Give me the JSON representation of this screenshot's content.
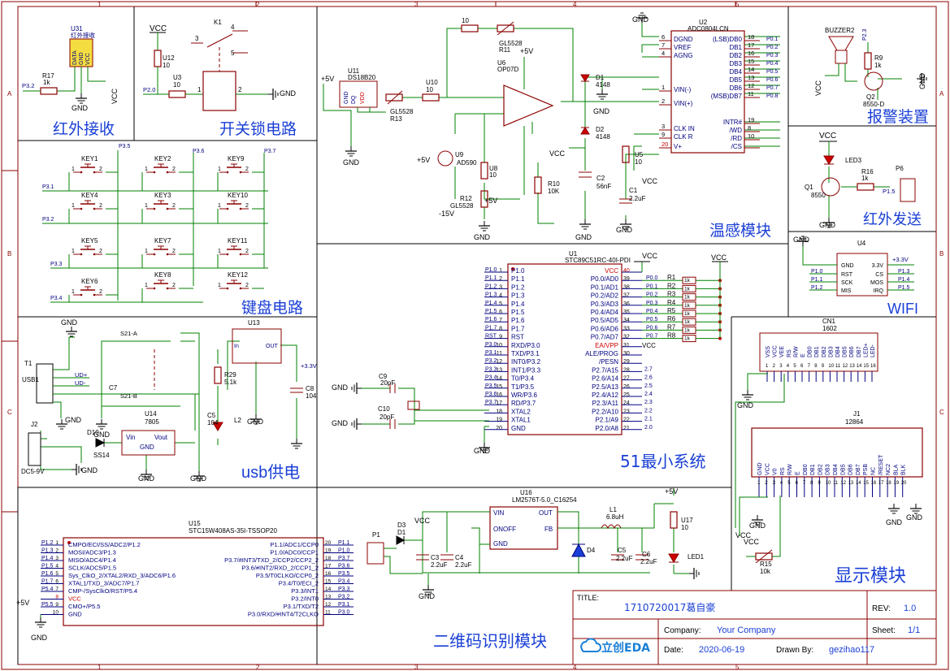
{
  "frame": {
    "cols": [
      "1",
      "2",
      "3",
      "4",
      "5"
    ],
    "rows": [
      "A",
      "B",
      "C"
    ]
  },
  "title_block": {
    "title_label": "TITLE:",
    "title": "1710720017葛自豪",
    "rev_label": "REV:",
    "rev": "1.0",
    "company_label": "Company:",
    "company": "Your Company",
    "sheet_label": "Sheet:",
    "sheet": "1/1",
    "date_label": "Date:",
    "date": "2020-06-19",
    "drawn_label": "Drawn By:",
    "drawn_by": "gezihao117",
    "logo_text": "立创EDA"
  },
  "modules": {
    "ir_receive": "红外接收",
    "switch_lock": "开关锁电路",
    "keyboard": "键盘电路",
    "usb_power": "usb供电",
    "temp": "温感模块",
    "alarm": "报警装置",
    "ir_send": "红外发送",
    "wifi": "WIFI",
    "mcu51": "51最小系统",
    "display": "显示模块",
    "qr": "二维码识别模块"
  },
  "ir_rx": {
    "ref": "U31",
    "name": "红外接收",
    "pins": [
      "DATA",
      "GND",
      "VCC"
    ],
    "r_ref": "R17",
    "r_val": "1k",
    "net": "P3.2",
    "gnd": "GND",
    "vcc": "VCC"
  },
  "lock": {
    "vcc": "VCC",
    "r_ref": "U12",
    "r_val": "10",
    "r2_ref": "U3",
    "r2_val": "10",
    "net": "P2.0",
    "relay": "K1",
    "gnd": "GND",
    "pins": [
      "1",
      "2",
      "3",
      "4",
      "5"
    ]
  },
  "keys": {
    "nets_top": [
      "P3.5",
      "P3.6",
      "P3.7"
    ],
    "nets_left": [
      "P3.1",
      "P3.2",
      "P3.3",
      "P3.4"
    ],
    "labels": [
      "KEY1",
      "KEY2",
      "KEY9",
      "KEY4",
      "KEY3",
      "KEY10",
      "KEY5",
      "KEY7",
      "KEY11",
      "KEY6",
      "KEY8",
      "KEY12"
    ]
  },
  "usb": {
    "t1": "T1",
    "usb": "USB1",
    "j2": "J2",
    "dc": "DC5-9V",
    "sw_a": "S21-A",
    "sw_b": "S21-B",
    "c7": "C7",
    "u14": "U14",
    "u14_val": "7805",
    "d10": "D10",
    "d10_val": "SS14",
    "u13": "U13",
    "r29": "R29",
    "r29_val": "5.1k",
    "c5": "C5",
    "c5_val": "104",
    "l2": "L2",
    "c8": "C8",
    "c8_val": "104",
    "v33": "+3.3V",
    "vin": "Vin",
    "vout": "Vout",
    "in": "In",
    "out": "OUT",
    "ud_p": "UD+",
    "ud_m": "UD-",
    "gnd": "GND"
  },
  "temp_mod": {
    "u11": "U11",
    "u11_val": "DS18B20",
    "u11_pins": [
      "GND",
      "DQ",
      "VDD"
    ],
    "r13": "R13",
    "r13_val": "GL5528",
    "u10": "U10",
    "u10_val": "10",
    "r10a": "10",
    "r11": "R11",
    "r11_val": "GL5528",
    "u6": "U6",
    "u6_val": "OP07D",
    "u9": "U9",
    "u9_val": "AD590",
    "u8": "U8",
    "u8_val": "10",
    "r12": "R12",
    "r12_val": "GL5528",
    "r10": "R10",
    "r10_val": "10K",
    "m15v": "-15V",
    "p5v": "+5V",
    "d1": "D1",
    "d1_val": "4148",
    "d2": "D2",
    "d2_val": "4148",
    "c2": "C2",
    "c2_val": "56nF",
    "c1": "C1",
    "c1_val": "2.2uF",
    "u5": "U5",
    "u5_val": "10",
    "u2": "U2",
    "u2_val": "ADC0804LCN",
    "adc_left": [
      "DGND",
      "VREF",
      "AGNG",
      "VIN(-)",
      "VIN(+)",
      "CLK IN",
      "CLK R",
      "V+"
    ],
    "adc_left_nums": [
      "6",
      "7",
      "4",
      "1",
      "2",
      "3",
      "9",
      "20"
    ],
    "adc_right": [
      "(LSB)DB0",
      "DB1",
      "DB2",
      "DB3",
      "DB4",
      "DB5",
      "DB6",
      "(MSB)DB7",
      "INTR#",
      "/WD",
      "/RD",
      "/CS"
    ],
    "adc_right_nums": [
      "18",
      "17",
      "16",
      "15",
      "14",
      "13",
      "12",
      "11",
      "19",
      "8",
      "10"
    ],
    "adc_nets": [
      "P0.1",
      "P0.2",
      "P0.3",
      "P0.4",
      "P0.5",
      "P0.6",
      "P0.7",
      "P0.8"
    ],
    "vcc": "VCC",
    "gnd": "GND"
  },
  "alarm_mod": {
    "buzzer": "BUZZER2",
    "r9": "R9",
    "r9_val": "1k",
    "net": "P2.3",
    "q2": "Q2",
    "q2_val": "8550-D",
    "vcc": "VCC",
    "gnd": "GND"
  },
  "irtx": {
    "vcc": "VCC",
    "led": "LED3",
    "q1": "Q1",
    "q1_val": "8550",
    "r16": "R16",
    "r16_val": "1k",
    "net": "P1.5",
    "p6": "P6",
    "gnd": "GND"
  },
  "wifi_mod": {
    "u4": "U4",
    "gnd": "GND",
    "v33": "+3.3V",
    "left": [
      "GND",
      "RST",
      "SCK",
      "MIS"
    ],
    "right": [
      "3.3V",
      "CS",
      "MOS",
      "IRQ"
    ],
    "nets_left": [
      "P1.0",
      "P1.1",
      "P1.2"
    ],
    "nets_right": [
      "P1.3",
      "P1.4",
      "P1.5"
    ]
  },
  "mcu": {
    "u1": "U1",
    "u1_val": "STC89C51RC-40I-PDI",
    "left": [
      "P1.0",
      "P1.1",
      "P1.2",
      "P1.3",
      "P1.4",
      "P1.5",
      "P1.6",
      "P1.7",
      "RST",
      "RXD/P3.0",
      "TXD/P3.1",
      "INT0/P3.2",
      "INT1/P3.3",
      "T0/P3.4",
      "T1/P3.5",
      "WR/P3.6",
      "RD/P3.7",
      "XTAL2",
      "XTAL1",
      "GND"
    ],
    "left_nets": [
      "P1.0",
      "P1.1",
      "P1.2",
      "P1.3",
      "P1.4",
      "P1.5",
      "P1.6",
      "P1.7",
      "RST",
      "P3.0",
      "P3.1",
      "P3.2",
      "P3.3",
      "P3.4",
      "P3.5",
      "P3.6",
      "P3.7"
    ],
    "right": [
      "VCC",
      "P0.0/AD0",
      "P0.1/AD1",
      "P0.2/AD2",
      "P0.3/AD3",
      "P0.4/AD4",
      "P0.5/AD5",
      "P0.6/AD6",
      "P0.7/AD7",
      "EA/VPP",
      "ALE/PROG",
      "/PESN",
      "P2.7/A15",
      "P2.6/A14",
      "P2.5/A13",
      "P2.4/A12",
      "P2.3/A11",
      "P2.2/A10",
      "P2.1/A9",
      "P2.0/A8"
    ],
    "right_nums": [
      "40",
      "39",
      "38",
      "37",
      "36",
      "35",
      "34",
      "33",
      "32",
      "31",
      "30",
      "29",
      "28",
      "27",
      "26",
      "25",
      "24",
      "23",
      "22",
      "21"
    ],
    "p0_nets": [
      "P0.0",
      "P0.1",
      "P0.2",
      "P0.3",
      "P0.4",
      "P0.5",
      "P0.6",
      "P0.7"
    ],
    "p2_nets": [
      "2.7",
      "2.6",
      "2.5",
      "2.4",
      "2.3",
      "2.2",
      "2.1",
      "2.0"
    ],
    "res": [
      "R1",
      "R2",
      "R3",
      "R4",
      "R5",
      "R6",
      "R7",
      "R8"
    ],
    "res_val": "1k",
    "c9": "C9",
    "c9_val": "20pF",
    "c10": "C10",
    "c10_val": "20pF",
    "vcc": "VCC",
    "gnd": "GND"
  },
  "lcd": {
    "cn1": "CN1",
    "cn1_val": "1602",
    "pins": [
      "VSS",
      "VCC",
      "VEE",
      "RS",
      "R/W",
      "E",
      "DB0",
      "DB1",
      "DB2",
      "DB3",
      "DB4",
      "DB5",
      "DB6",
      "DB7",
      "LED+",
      "LED-"
    ],
    "j1": "J1",
    "j1_val": "12864",
    "pins2": [
      "GND",
      "VCC",
      "V0",
      "RS",
      "R/W",
      "E",
      "DB0",
      "DB1",
      "DB2",
      "DB3",
      "DB4",
      "DB5",
      "DB6",
      "DB7",
      "PSB",
      "NC",
      "/RESET",
      "NC2",
      "BLA",
      "BLK"
    ],
    "r15": "R15",
    "r15_val": "10k",
    "vcc": "VCC",
    "gnd": "GND"
  },
  "qr_mod": {
    "u15": "U15",
    "u15_val": "STC15W408AS-35I-TSSOP20",
    "left": [
      "CMPO/ECI/SS/ADC2/P1.2",
      "MOSI/ADC3/P1.3",
      "MISO/ADC4/P1.4",
      "SCLK/ADC5/P1.5",
      "Sys_ClkO_2/XTAL2/RXD_3/ADC6/P1.6",
      "XTAL1/TXD_3/ADC7/P1.7",
      "CMP-/SysClkO/RST/P5.4",
      "VCC",
      "CMO+/P5.5",
      "GND"
    ],
    "right": [
      "P1.1/ADC1/CCP0",
      "P1.0/ADC0/CCP1",
      "P3.7/#INT3/TXD_2/CCP2/CCP2_2",
      "P3.6/#INT2/RXD_2/CCP1_2",
      "P3.5/T0CLKO/CCP0_2",
      "P3.4/T0/ECI_2",
      "P3.3/INT1",
      "P3.2/INT0",
      "P3.1/TXD/T2",
      "P3.0/RXD/#INT4/T2CLKO"
    ],
    "left_nets": [
      "P1.2",
      "P1.3",
      "P1.4",
      "P1.5",
      "P1.6",
      "P1.7",
      "P5.4",
      "",
      "P5.5",
      ""
    ],
    "right_nets": [
      "P1.1",
      "P1.0",
      "P3.7",
      "P3.6",
      "P3.5",
      "P3.4",
      "P3.3",
      "P3.2",
      "P3.1",
      "P3.0"
    ],
    "p5v": "+5V",
    "gnd": "GND",
    "u16": "U16",
    "u16_val": "LM2576T-5.0_C16254",
    "u16_pins": [
      "VIN",
      "ONOFF",
      "GND",
      "OUT",
      "FB"
    ],
    "p1": "P1",
    "d3": "D3",
    "d1": "D1",
    "c3": "C3",
    "c3_val": "2.2uF",
    "c4": "C4",
    "c4_val": "2.2uF",
    "l1": "L1",
    "l1_val": "6.8uH",
    "d4": "D4",
    "c5": "C5",
    "c5_val": "2.2uF",
    "c6": "C6",
    "c6_val": "2.2uF",
    "u17": "U17",
    "u17_val": "10",
    "led1": "LED1",
    "vcc": "VCC"
  }
}
